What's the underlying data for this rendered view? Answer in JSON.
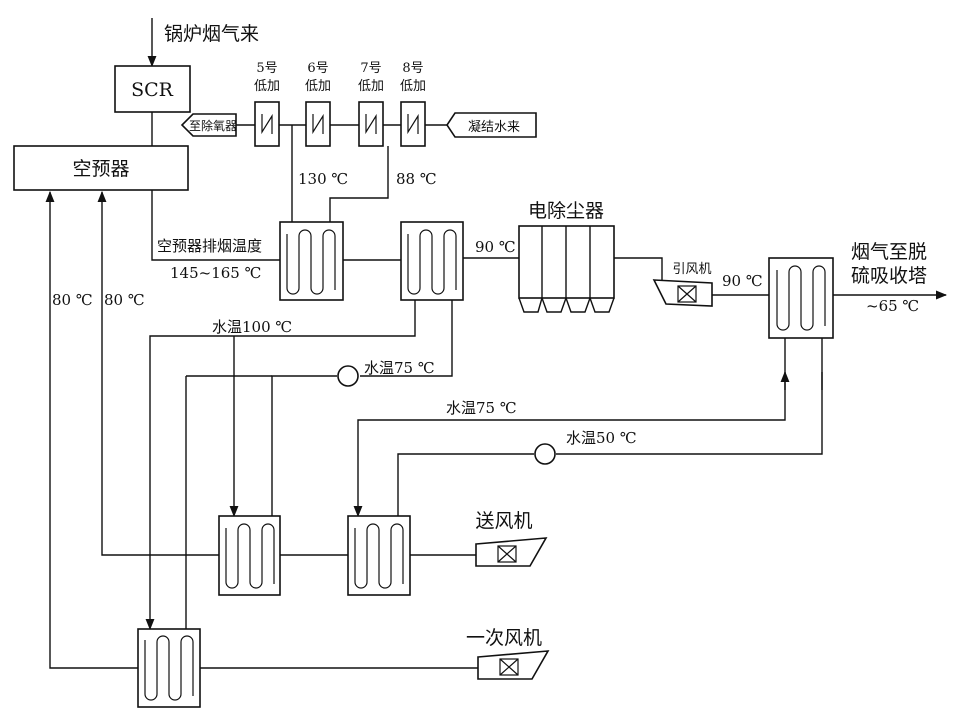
{
  "labels": {
    "flue_gas_in": "锅炉烟气来",
    "scr": "SCR",
    "air_preheater": "空预器",
    "to_deaerator": "至除氧器",
    "condensate_in": "凝结水来",
    "lp5_no": "5号",
    "lp5_name": "低加",
    "lp6_no": "6号",
    "lp6_name": "低加",
    "lp7_no": "7号",
    "lp7_name": "低加",
    "lp8_no": "8号",
    "lp8_name": "低加",
    "temp_130": "130 ℃",
    "temp_88": "88 ℃",
    "exhaust_temp_label": "空预器排烟温度",
    "exhaust_temp_range": "145~165 ℃",
    "esp": "电除尘器",
    "temp_90_esp": "90 ℃",
    "induced_fan": "引风机",
    "temp_90_fan": "90 ℃",
    "to_fgd_line1": "烟气至脱",
    "to_fgd_line2": "硫吸收塔",
    "temp_out": "~65 ℃",
    "temp_80_a": "80 ℃",
    "temp_80_b": "80 ℃",
    "water_100": "水温100 ℃",
    "water_75_a": "水温75 ℃",
    "water_75_b": "水温75 ℃",
    "water_50": "水温50 ℃",
    "fd_fan": "送风机",
    "pa_fan": "一次风机"
  }
}
